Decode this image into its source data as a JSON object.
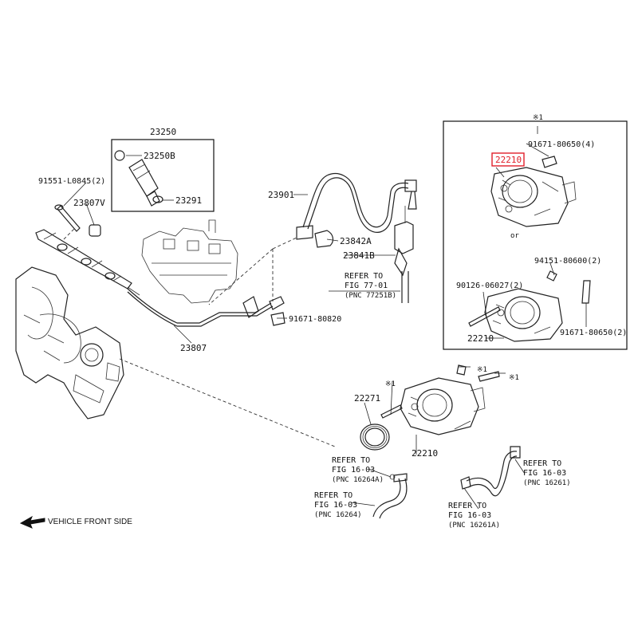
{
  "callouts": {
    "c23250": "23250",
    "c23250b": "23250B",
    "c23291": "23291",
    "c91551": "91551-L0845(2)",
    "c23807v": "23807V",
    "c23901": "23901",
    "c23842a": "23842A",
    "c23841b": "23841B",
    "c91671_80820": "91671-80820",
    "c23807": "23807",
    "c91671_80650_4": "91671-80650(4)",
    "c22210_top": "22210",
    "c94151": "94151-80600(2)",
    "c90126": "90126-06027(2)",
    "c22210_mid": "22210",
    "c91671_80650_b": "91671-80650(2)",
    "c22271": "22271",
    "c22210_bottom": "22210",
    "or_text": "or"
  },
  "markers": {
    "k1_box": "※1",
    "k1_a": "※1",
    "k1_b": "※1",
    "k1_c": "※1"
  },
  "references": {
    "ref_77_01": {
      "line1": "REFER TO",
      "line2": "FIG 77-01",
      "line3": "(PNC 77251B)"
    },
    "ref_16264a": {
      "line1": "REFER TO",
      "line2": "FIG 16-03",
      "line3": "(PNC 16264A)"
    },
    "ref_16264": {
      "line1": "REFER TO",
      "line2": "FIG 16-03",
      "line3": "(PNC 16264)"
    },
    "ref_16261": {
      "line1": "REFER TO",
      "line2": "FIG 16-03",
      "line3": "(PNC 16261)"
    },
    "ref_16261a": {
      "line1": "REFER TO",
      "line2": "FIG 16-03",
      "line3": "(PNC 16261A)"
    }
  },
  "orientation": {
    "label": "VEHICLE FRONT SIDE",
    "icon": "arrow-left-icon"
  },
  "highlight": {
    "color": "#e0202a",
    "part": "22210"
  }
}
